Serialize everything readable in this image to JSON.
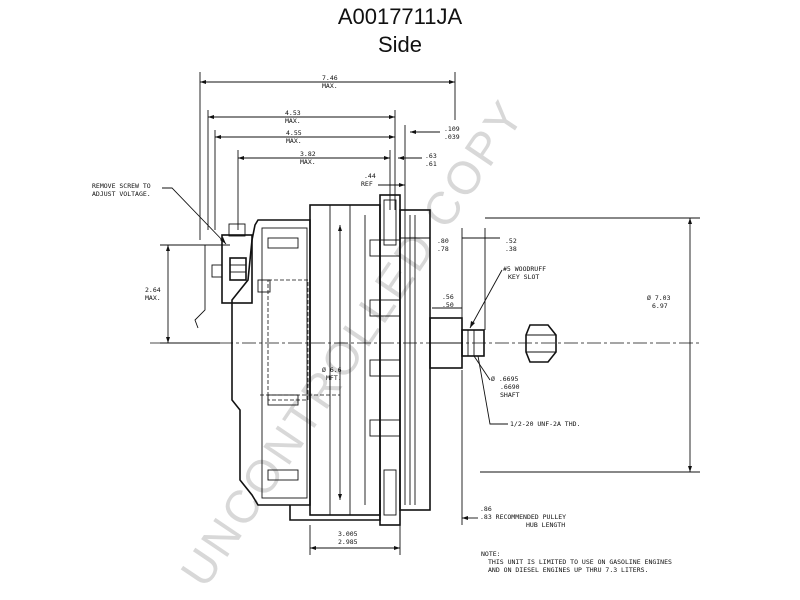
{
  "header": {
    "title": "A0017711JA",
    "subtitle": "Side"
  },
  "watermark": "UNCONTROLLED COPY",
  "dimensions": {
    "overall_length": [
      "7.46",
      "MAX."
    ],
    "length_453": [
      "4.53",
      "MAX."
    ],
    "length_455": [
      "4.55",
      "MAX."
    ],
    "length_382": [
      "3.82",
      "MAX."
    ],
    "flange_109": [
      ".109",
      ".039"
    ],
    "flange_63": [
      ".63",
      ".61"
    ],
    "ref_44": [
      ".44",
      "REF"
    ],
    "height_264": [
      "2.64",
      "MAX."
    ],
    "dim_80": [
      ".80",
      ".78"
    ],
    "dim_52": [
      ".52",
      ".38"
    ],
    "dim_56": [
      ".56",
      ".50"
    ],
    "body_dia": [
      "Ø 6.6",
      "MFT."
    ],
    "pulley_dia": [
      "Ø 7.03",
      "6.97"
    ],
    "dim_3005": [
      "3.005",
      "2.985"
    ]
  },
  "callouts": {
    "remove_screw": [
      "REMOVE SCREW TO",
      "ADJUST VOLTAGE."
    ],
    "woodruff": [
      "#5 WOODRUFF",
      "KEY SLOT"
    ],
    "shaft": [
      "Ø .6695",
      ".6690",
      "SHAFT"
    ],
    "thread": "1/2-20 UNF-2A THD.",
    "pulley_hub": [
      ".86",
      ".83 RECOMMENDED PULLEY",
      "HUB LENGTH"
    ]
  },
  "note": [
    "NOTE:",
    "THIS UNIT IS LIMITED TO USE ON GASOLINE ENGINES",
    "AND ON DIESEL ENGINES UP THRU 7.3 LITERS."
  ]
}
